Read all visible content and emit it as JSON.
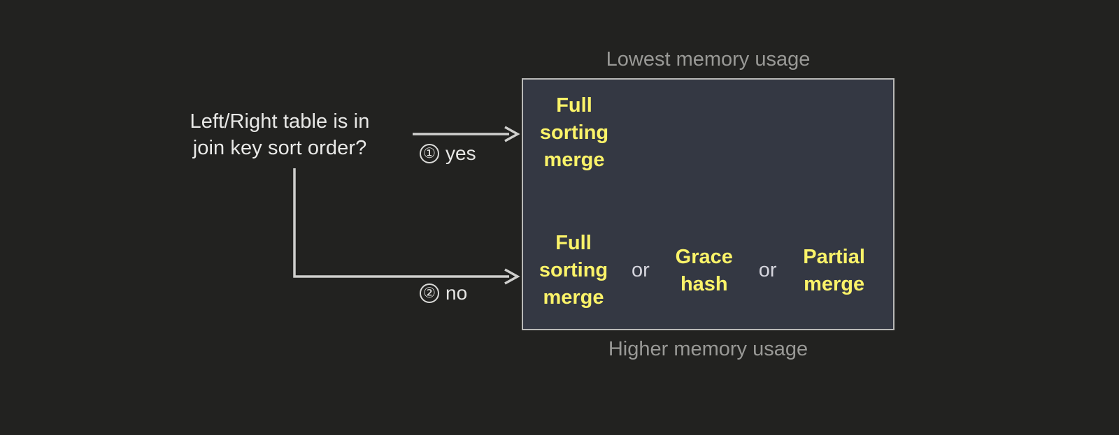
{
  "diagram": {
    "question": "Left/Right table is in\njoin key sort order?",
    "branches": [
      {
        "number": "①",
        "label": "yes"
      },
      {
        "number": "②",
        "label": "no"
      }
    ],
    "panel": {
      "caption_top": "Lowest memory usage",
      "caption_bottom": "Higher memory usage",
      "rows": [
        {
          "options": [
            "Full\nsorting\nmerge"
          ],
          "separators": []
        },
        {
          "options": [
            "Full\nsorting\nmerge",
            "Grace\nhash",
            "Partial\nmerge"
          ],
          "separators": [
            "or",
            "or"
          ]
        }
      ]
    },
    "colors": {
      "background": "#222220",
      "panel_fill": "#343843",
      "panel_border": "#b9b9b7",
      "option_text": "#fbf369",
      "separator_text": "#d6d6de",
      "question_text": "#e9e9e7",
      "caption_text": "#999996",
      "connector": "#cfcfcd"
    }
  }
}
